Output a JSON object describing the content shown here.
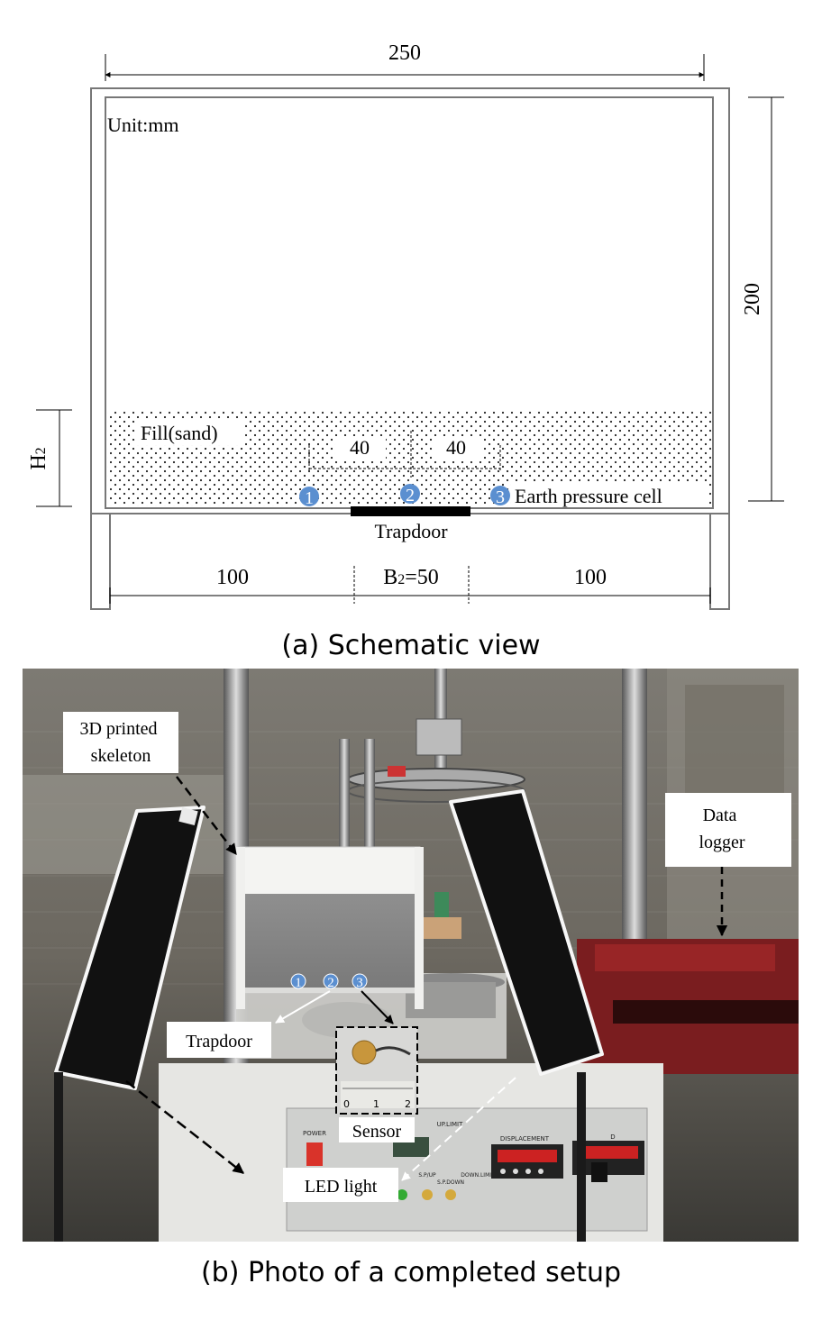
{
  "schematic": {
    "dims": {
      "width_total": "250",
      "height_total": "200",
      "fill_height": "H2",
      "left_span": "100",
      "trapdoor_span": "B2=50",
      "right_span": "100",
      "sensor_spacing_left": "40",
      "sensor_spacing_right": "40"
    },
    "unit_label": "Unit:mm",
    "fill_label": "Fill(sand)",
    "trapdoor_label": "Trapdoor",
    "sensors": [
      "1",
      "2",
      "3"
    ],
    "sensor_legend_label": "Earth pressure cell",
    "caption": "(a) Schematic view"
  },
  "photo": {
    "callouts": {
      "skeleton": "3D printed skeleton",
      "data_logger": "Data logger",
      "trapdoor": "Trapdoor",
      "sensor": "Sensor",
      "led_light": "LED light"
    },
    "sensor_markers": [
      "1",
      "2",
      "3"
    ],
    "ruler_ticks": [
      "0",
      "1",
      "2"
    ],
    "panel_labels": {
      "power": "POWER",
      "up_limit": "UP.LIMIT",
      "displacement": "DISPLACEMENT",
      "sp_up": "S.P/UP",
      "s_down": "S.P.DOWN",
      "down_limit": "DOWN.LIMIT",
      "load_partial": "D"
    },
    "caption": "(b) Photo of a completed setup"
  },
  "colors": {
    "sensor_blue": "#5b8fd0",
    "trapdoor_black": "#000000",
    "frame_gray": "#777777"
  }
}
